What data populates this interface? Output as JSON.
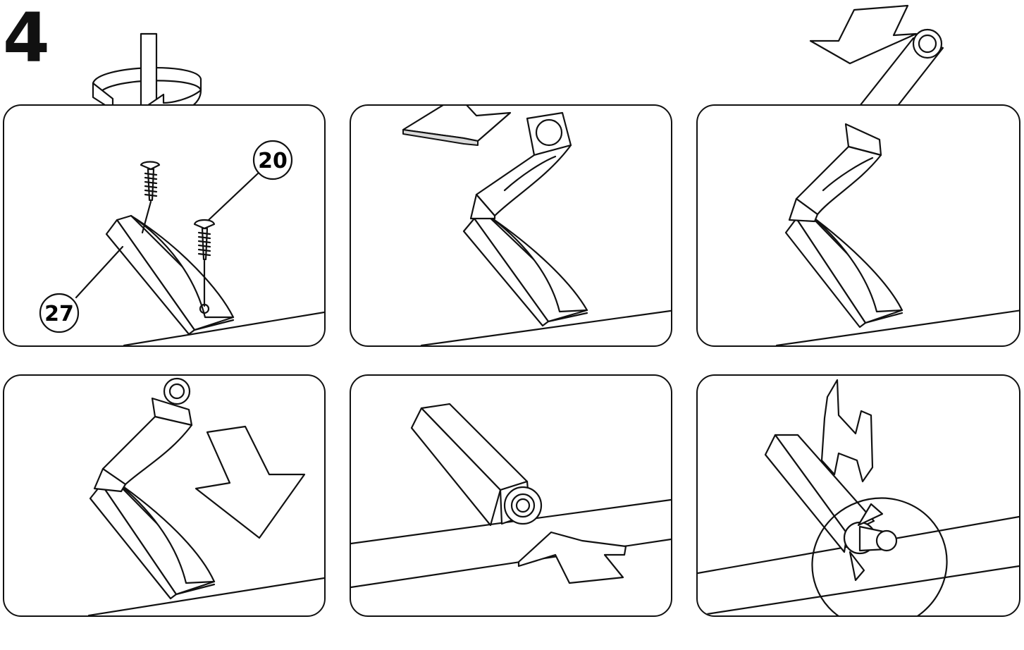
{
  "step": {
    "number": "4"
  },
  "callouts": [
    {
      "id": "screw",
      "label": "20"
    },
    {
      "id": "catch",
      "label": "27"
    }
  ],
  "panels": [
    {
      "id": "panel-1",
      "content": "screw-catch-to-cabinet"
    },
    {
      "id": "panel-2",
      "content": "push-latch-onto-catch"
    },
    {
      "id": "panel-3",
      "content": "press-latch-body-down"
    },
    {
      "id": "panel-4",
      "content": "swing-latch-down"
    },
    {
      "id": "panel-5",
      "content": "push-latch-into-door-edge"
    },
    {
      "id": "panel-6",
      "content": "rotate-to-adjust"
    }
  ],
  "colors": {
    "line": "#111111",
    "fill": "#ffffff",
    "shade": "#d9d9d9"
  }
}
